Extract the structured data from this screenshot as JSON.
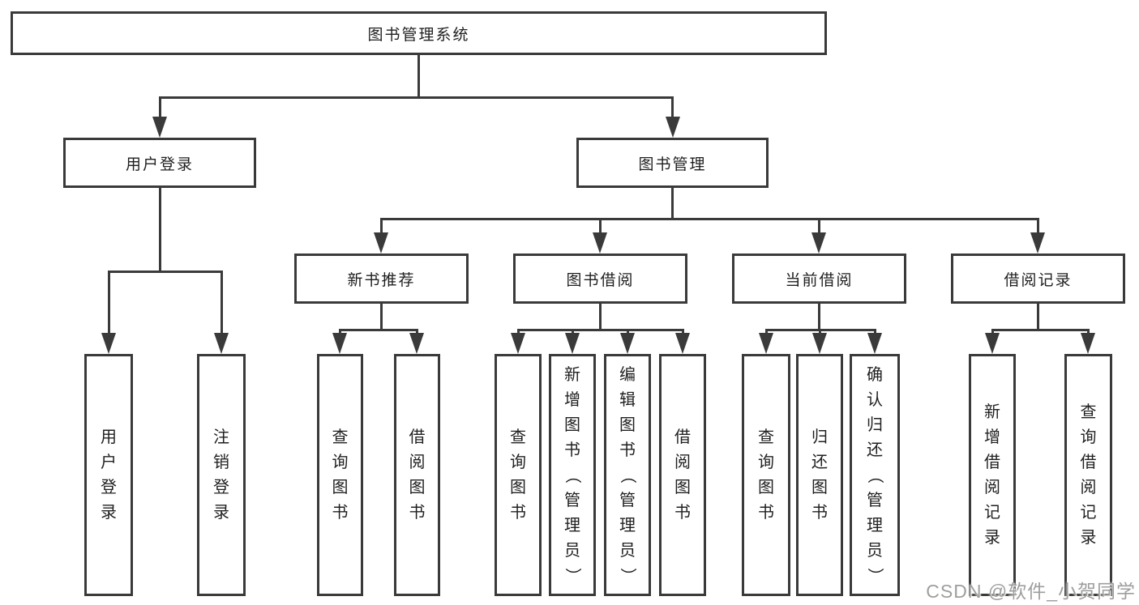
{
  "tree": {
    "root": {
      "label": "图书管理系统"
    },
    "branches": [
      {
        "label": "用户登录",
        "children": [
          "用户登录",
          "注销登录"
        ]
      },
      {
        "label": "图书管理",
        "sections": [
          {
            "label": "新书推荐",
            "children": [
              "查询图书",
              "借阅图书"
            ]
          },
          {
            "label": "图书借阅",
            "children": [
              "查询图书",
              "新增图书（管理员）",
              "编辑图书（管理员）",
              "借阅图书"
            ]
          },
          {
            "label": "当前借阅",
            "children": [
              "查询图书",
              "归还图书",
              "确认归还（管理员）"
            ]
          },
          {
            "label": "借阅记录",
            "children": [
              "新增借阅记录",
              "查询借阅记录"
            ]
          }
        ]
      }
    ]
  },
  "watermark": "CSDN @软件_小贺同学",
  "colors": {
    "line": "#3a3a3a",
    "text": "#1f1f1f",
    "background": "#ffffff",
    "watermark": "#9e9e9e"
  }
}
